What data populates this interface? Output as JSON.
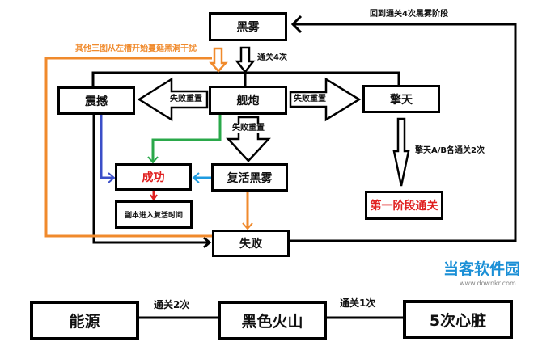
{
  "nodes": {
    "heiwu": "黑雾",
    "zhenhan": "震撼",
    "jianpao": "舰炮",
    "qingtian": "擎天",
    "chenggong": "成功",
    "fuhuo": "复活黑雾",
    "fuben": "副本进入复活时间",
    "shibai": "失败",
    "first_stage": "第一阶段通关",
    "nengyuan": "能源",
    "huoshan": "黑色火山",
    "xinzang": "5次心脏"
  },
  "labels": {
    "pass4": "通关4次",
    "back": "回到通关4次黑雾阶段",
    "other": "其他三图从左槽开始蔓延黑洞干扰",
    "reset_left": "失败重置",
    "reset_right": "失败重置",
    "reset_down": "失败重置",
    "qingtian_ab": "擎天A/B各通关2次",
    "pass2": "通关2次",
    "pass1": "通关1次"
  },
  "colors": {
    "success": "#e02020",
    "orange": "#f08a2c",
    "blue": "#3b4fc8",
    "green": "#2aa84a",
    "cyan": "#1e9be0"
  },
  "watermark": {
    "name": "当客软件园",
    "site": "www.downkr.com"
  }
}
